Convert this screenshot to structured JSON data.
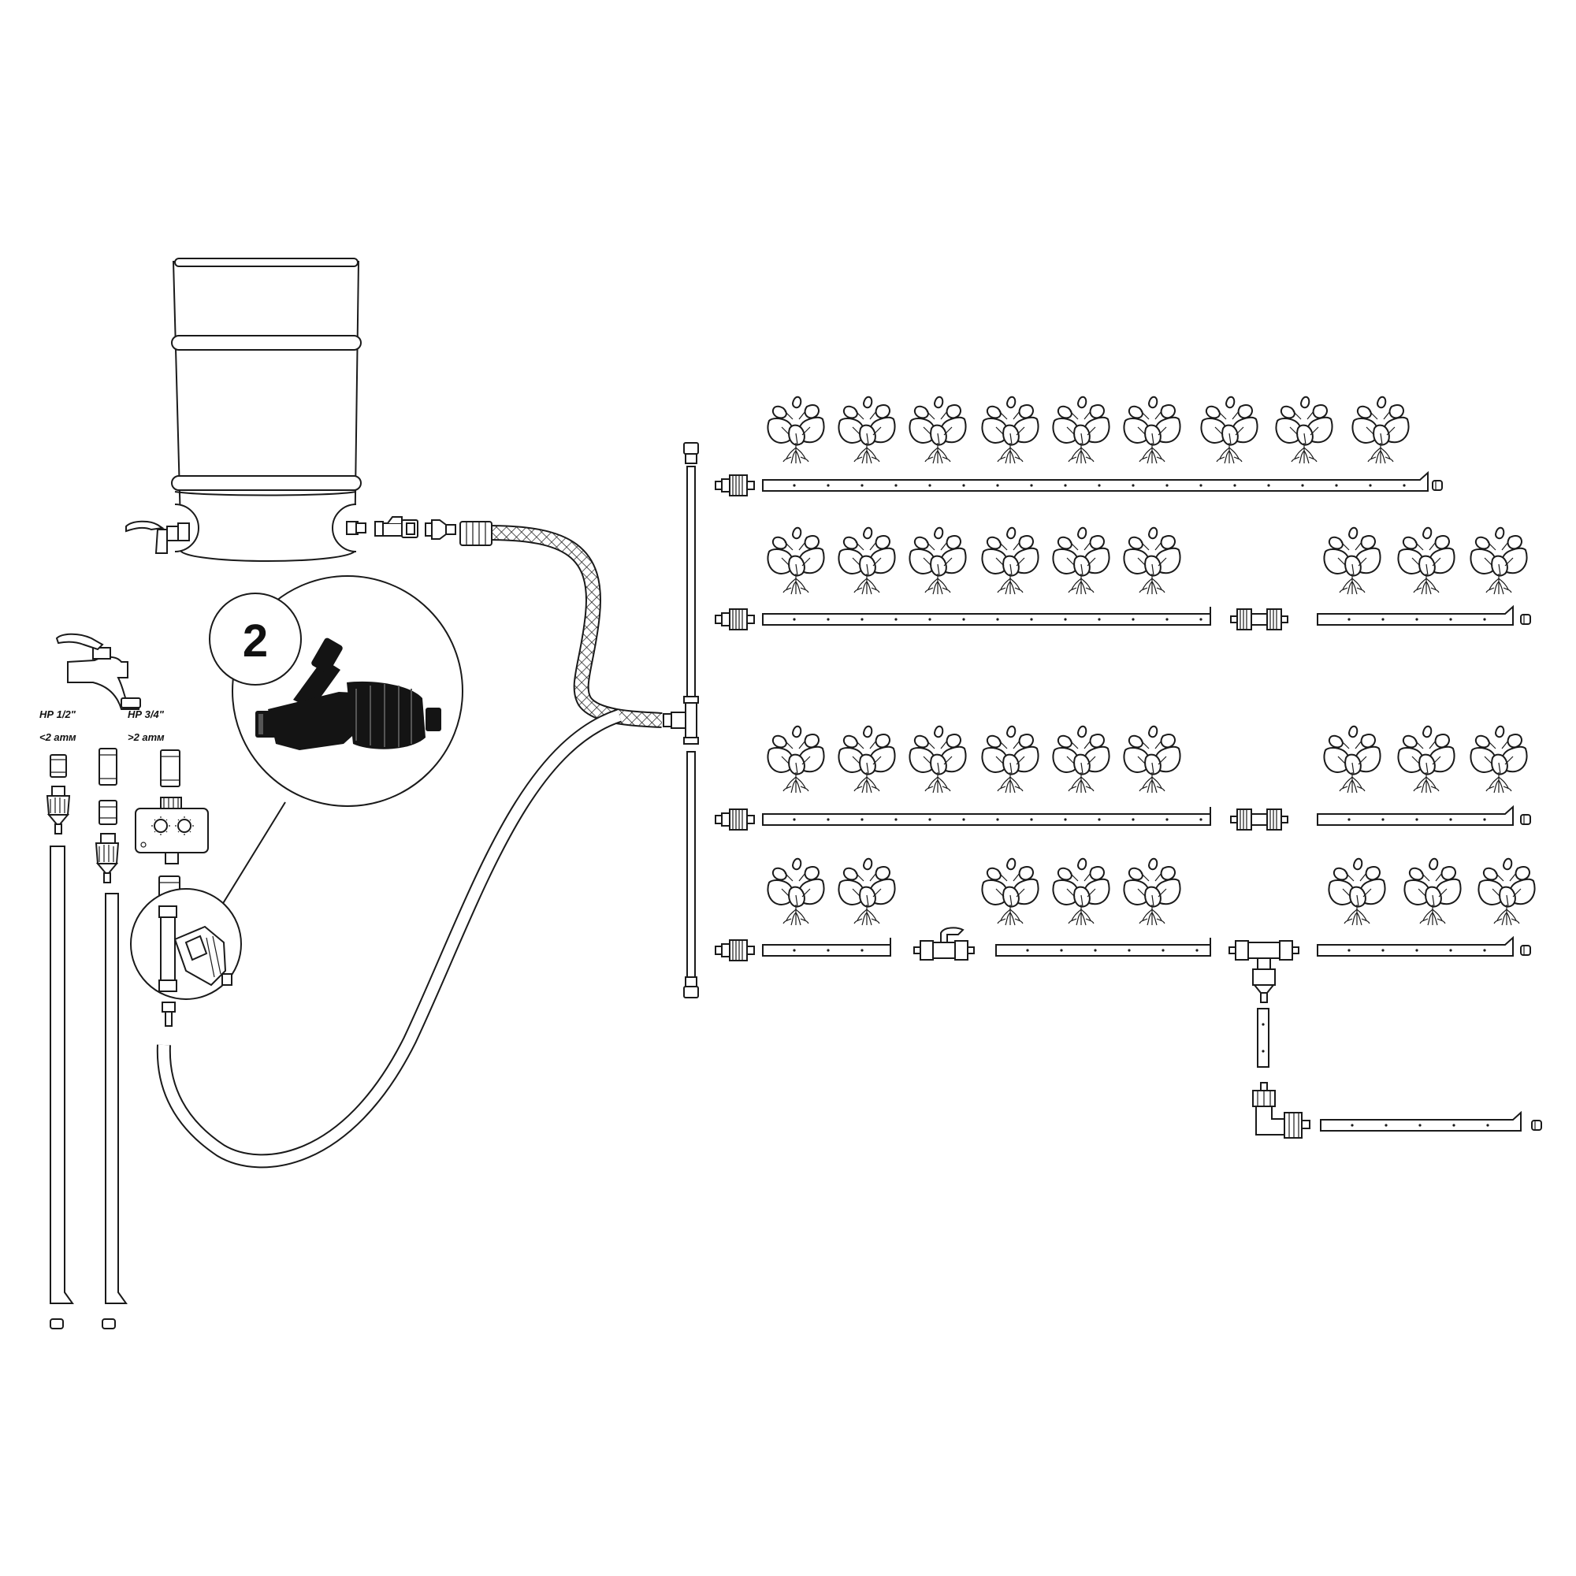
{
  "callout": {
    "number": "2"
  },
  "taps": [
    {
      "size": "НР 1/2\"",
      "pressure": "<2 атм"
    },
    {
      "size": "НР 3/4\"",
      "pressure": ">2 атм"
    }
  ],
  "colors": {
    "ink": "#1a1a1a",
    "background": "#ffffff",
    "filter": "#141414"
  },
  "icons": [
    "barrel",
    "tap",
    "timer",
    "disc-filter",
    "drip-tape",
    "plant",
    "tee-connector",
    "elbow-connector",
    "ball-valve",
    "end-plug"
  ]
}
